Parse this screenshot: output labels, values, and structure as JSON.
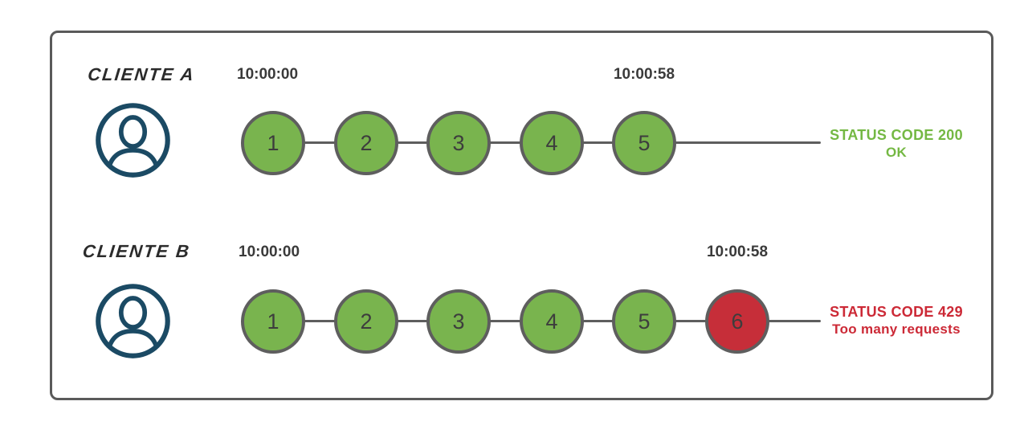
{
  "colors": {
    "ok_green": "#79b44e",
    "error_red": "#c62e39",
    "line_gray": "#5e5e5e",
    "frame_border": "#5a5a5a",
    "icon_blue": "#1b4a64",
    "status_green": "#74b843",
    "status_red": "#cc2936",
    "label_ink": "#2b2b2b",
    "timestamp_ink": "#3a3a3a",
    "number_ink": "#3d3d3d"
  },
  "rows": [
    {
      "client": "CLIENTE A",
      "start_time": "10:00:00",
      "end_time": "10:00:58",
      "requests": [
        {
          "label": "1",
          "status": "ok"
        },
        {
          "label": "2",
          "status": "ok"
        },
        {
          "label": "3",
          "status": "ok"
        },
        {
          "label": "4",
          "status": "ok"
        },
        {
          "label": "5",
          "status": "ok"
        }
      ],
      "status_line1": "STATUS CODE 200",
      "status_line2": "OK"
    },
    {
      "client": "CLIENTE B",
      "start_time": "10:00:00",
      "end_time": "10:00:58",
      "requests": [
        {
          "label": "1",
          "status": "ok"
        },
        {
          "label": "2",
          "status": "ok"
        },
        {
          "label": "3",
          "status": "ok"
        },
        {
          "label": "4",
          "status": "ok"
        },
        {
          "label": "5",
          "status": "ok"
        },
        {
          "label": "6",
          "status": "error"
        }
      ],
      "status_line1": "STATUS CODE 429",
      "status_line2": "Too many requests"
    }
  ]
}
